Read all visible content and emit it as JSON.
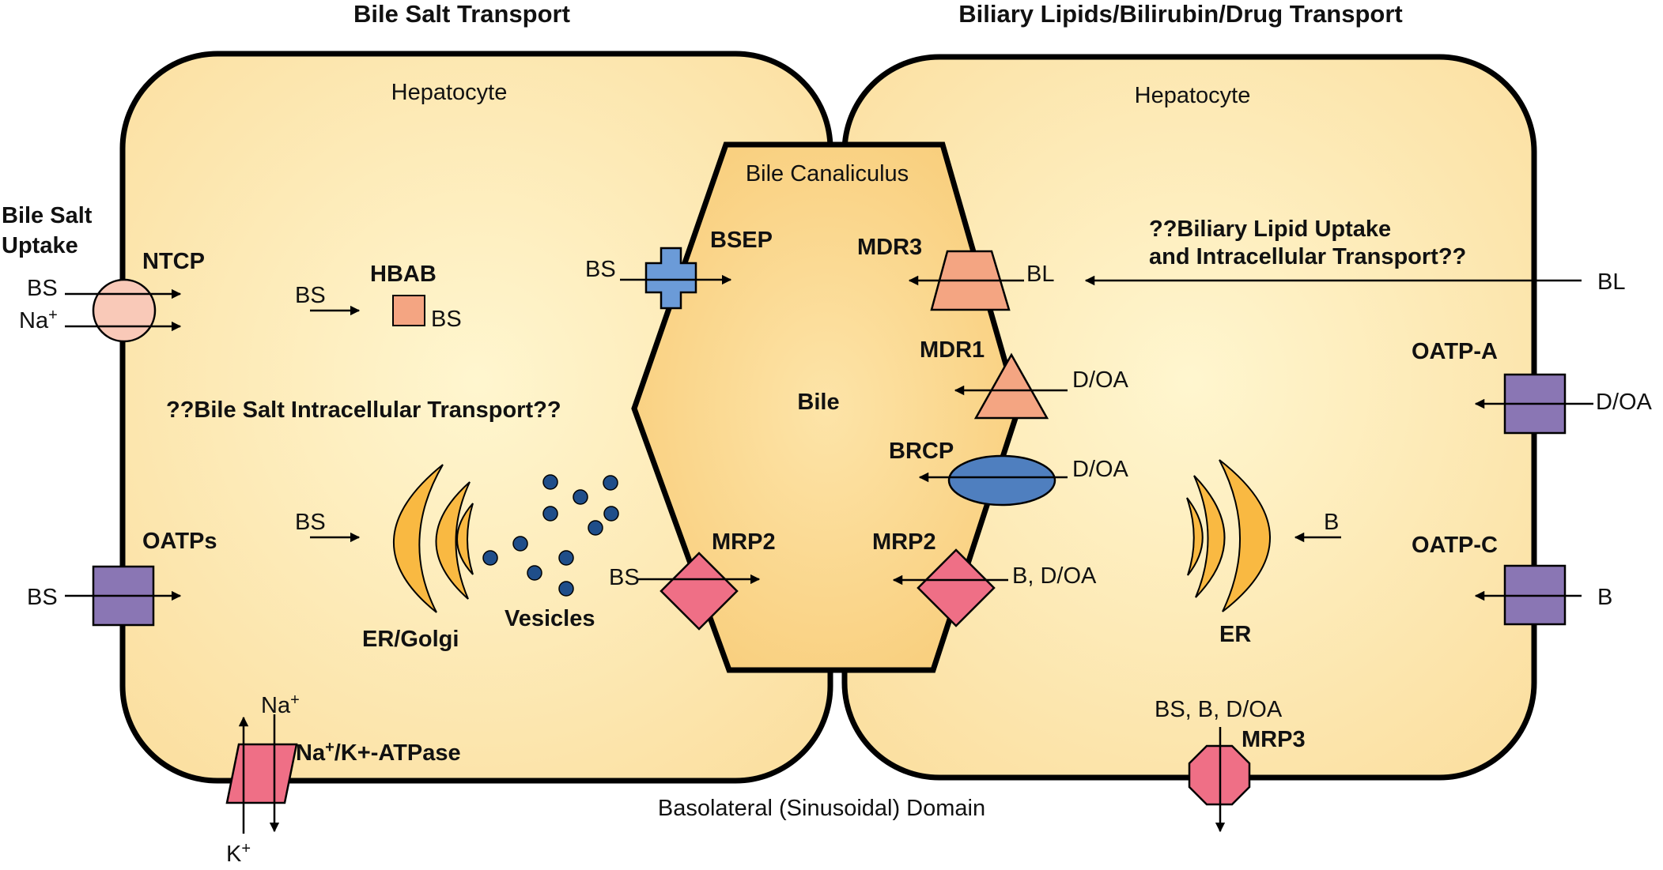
{
  "titles": {
    "left": "Bile Salt Transport",
    "right": "Biliary Lipids/Bilirubin/Drug Transport"
  },
  "cells": {
    "left": "Hepatocyte",
    "right": "Hepatocyte"
  },
  "canaliculus": {
    "name": "Bile Canaliculus",
    "content": "Bile"
  },
  "domain": "Basolateral (Sinusoidal) Domain",
  "left_cell": {
    "uptake_line1": "Bile Salt",
    "uptake_line2": "Uptake",
    "ntcp": "NTCP",
    "ntcp_bs": "BS",
    "ntcp_na": "Na",
    "ntcp_na_sup": "+",
    "hbab": "HBAB",
    "hbab_bs_in": "BS",
    "hbab_bs_box": "BS",
    "intracellular_q": "??Bile Salt Intracellular Transport??",
    "oatps": "OATPs",
    "oatps_bs": "BS",
    "er_bs": "BS",
    "er_golgi": "ER/Golgi",
    "vesicles": "Vesicles",
    "atpase_na": "Na",
    "atpase_na_sup": "+",
    "atpase_label_a": "Na",
    "atpase_label_sup": "+",
    "atpase_label_b": "/K+-ATPase",
    "atpase_k": "K",
    "atpase_k_sup": "+"
  },
  "canalicular": {
    "bsep": "BSEP",
    "bsep_bs": "BS",
    "mrp2_left": "MRP2",
    "mrp2_left_bs": "BS",
    "mdr3": "MDR3",
    "mdr3_bl": "BL",
    "mdr1": "MDR1",
    "mdr1_sub": "D/OA",
    "brcp": "BRCP",
    "brcp_sub": "D/OA",
    "mrp2_right": "MRP2",
    "mrp2_right_sub": "B, D/OA"
  },
  "right_cell": {
    "lipid_q_line1": "??Biliary Lipid Uptake",
    "lipid_q_line2": "and Intracellular Transport??",
    "bl_in": "BL",
    "oatpa": "OATP-A",
    "oatpa_sub": "D/OA",
    "oatpc": "OATP-C",
    "oatpc_sub": "B",
    "er_b": "B",
    "er": "ER",
    "mrp3": "MRP3",
    "mrp3_sub": "BS, B, D/OA"
  },
  "colors": {
    "cell_fill": "#fbe0a0",
    "cell_center": "#fff4cc",
    "canaliculus_fill": "#f9cf7e",
    "salmon": "#f4a582",
    "pink": "#ef6f86",
    "blue": "#4f7fbf",
    "light_blue": "#6b9bd8",
    "purple": "#8a76b4",
    "orange": "#f9b942",
    "vesicle": "#1f4e8a"
  }
}
